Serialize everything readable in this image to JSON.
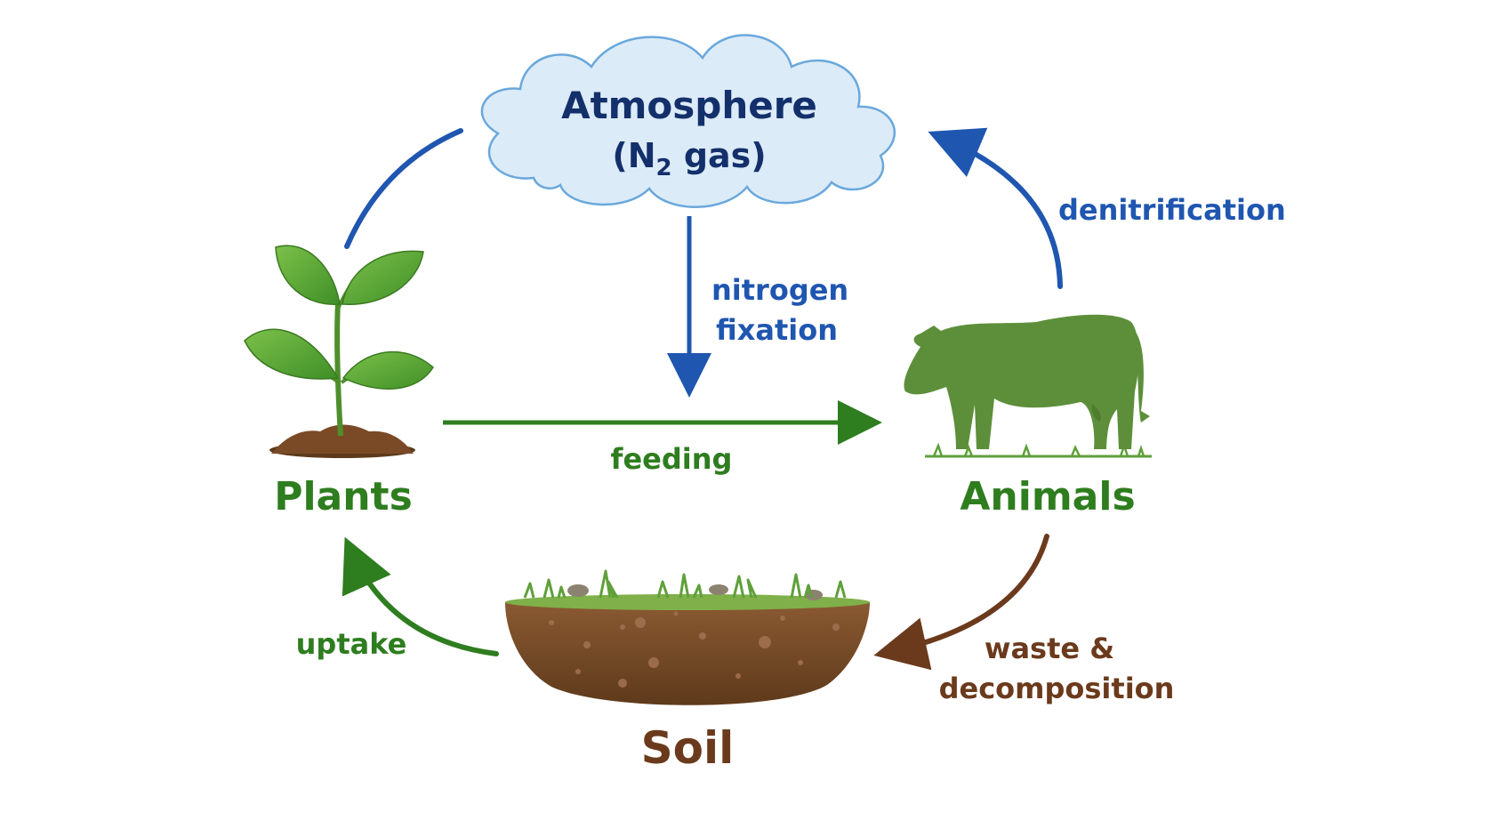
{
  "nodes": {
    "atmosphere": {
      "title": "Atmosphere",
      "formula_open": "(N",
      "formula_sub": "2",
      "formula_close": " gas)"
    },
    "plants": {
      "label": "Plants"
    },
    "animals": {
      "label": "Animals"
    },
    "soil": {
      "label": "Soil"
    }
  },
  "processes": {
    "nitrogen_fixation": {
      "line1": "nitrogen",
      "line2": "fixation"
    },
    "denitrification": {
      "label": "denitrification"
    },
    "feeding": {
      "label": "feeding"
    },
    "uptake": {
      "label": "uptake"
    },
    "waste_decomposition": {
      "line1": "waste &",
      "line2": "decomposition"
    }
  },
  "colors": {
    "blue": "#1f56b0",
    "navy": "#13306b",
    "green": "#2e7d1f",
    "brown": "#6b3a1c",
    "cloud_fill": "#dcebf8",
    "cloud_stroke": "#6aa8dc",
    "cow": "#5d8f3a",
    "leaf": "#5aa637",
    "soil": "#7a4a26"
  }
}
